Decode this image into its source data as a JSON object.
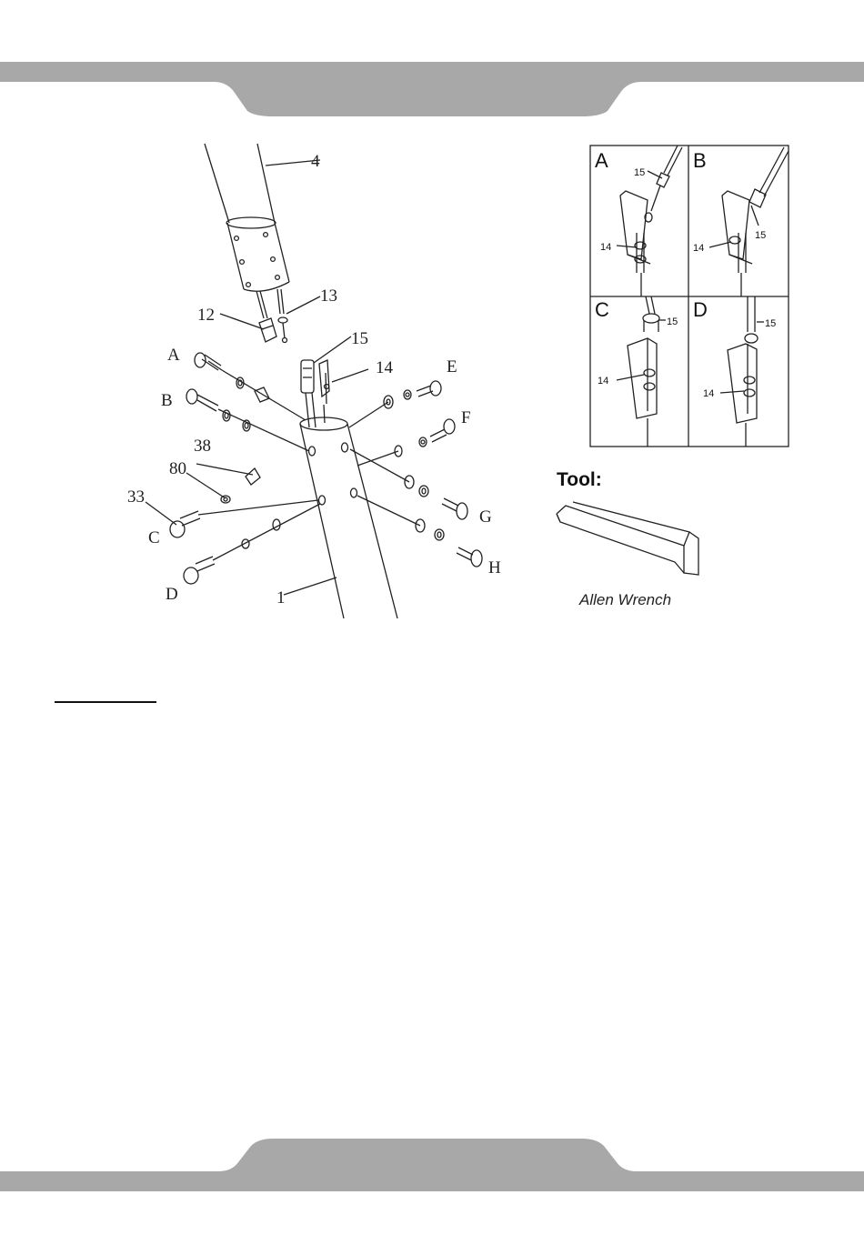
{
  "exploded_view": {
    "labels": [
      {
        "id": "part-4",
        "text": "4"
      },
      {
        "id": "part-13",
        "text": "13"
      },
      {
        "id": "part-12",
        "text": "12"
      },
      {
        "id": "part-15",
        "text": "15"
      },
      {
        "id": "part-14",
        "text": "14"
      },
      {
        "id": "pos-A",
        "text": "A"
      },
      {
        "id": "pos-E",
        "text": "E"
      },
      {
        "id": "pos-B",
        "text": "B"
      },
      {
        "id": "pos-F",
        "text": "F"
      },
      {
        "id": "part-38",
        "text": "38"
      },
      {
        "id": "part-80",
        "text": "80"
      },
      {
        "id": "part-33",
        "text": "33"
      },
      {
        "id": "pos-C",
        "text": "C"
      },
      {
        "id": "pos-G",
        "text": "G"
      },
      {
        "id": "pos-D",
        "text": "D"
      },
      {
        "id": "pos-H",
        "text": "H"
      },
      {
        "id": "part-1",
        "text": "1"
      }
    ]
  },
  "detail_grid": {
    "panels": [
      {
        "letter": "A",
        "cable_label": "15",
        "bracket_label": "14"
      },
      {
        "letter": "B",
        "cable_label": "15",
        "bracket_label": "14"
      },
      {
        "letter": "C",
        "cable_label": "15",
        "bracket_label": "14"
      },
      {
        "letter": "D",
        "cable_label": "15",
        "bracket_label": "14"
      }
    ]
  },
  "tool": {
    "title": "Tool:",
    "caption": "Allen Wrench"
  },
  "colors": {
    "band": "#a8a8a8",
    "line": "#222222"
  }
}
